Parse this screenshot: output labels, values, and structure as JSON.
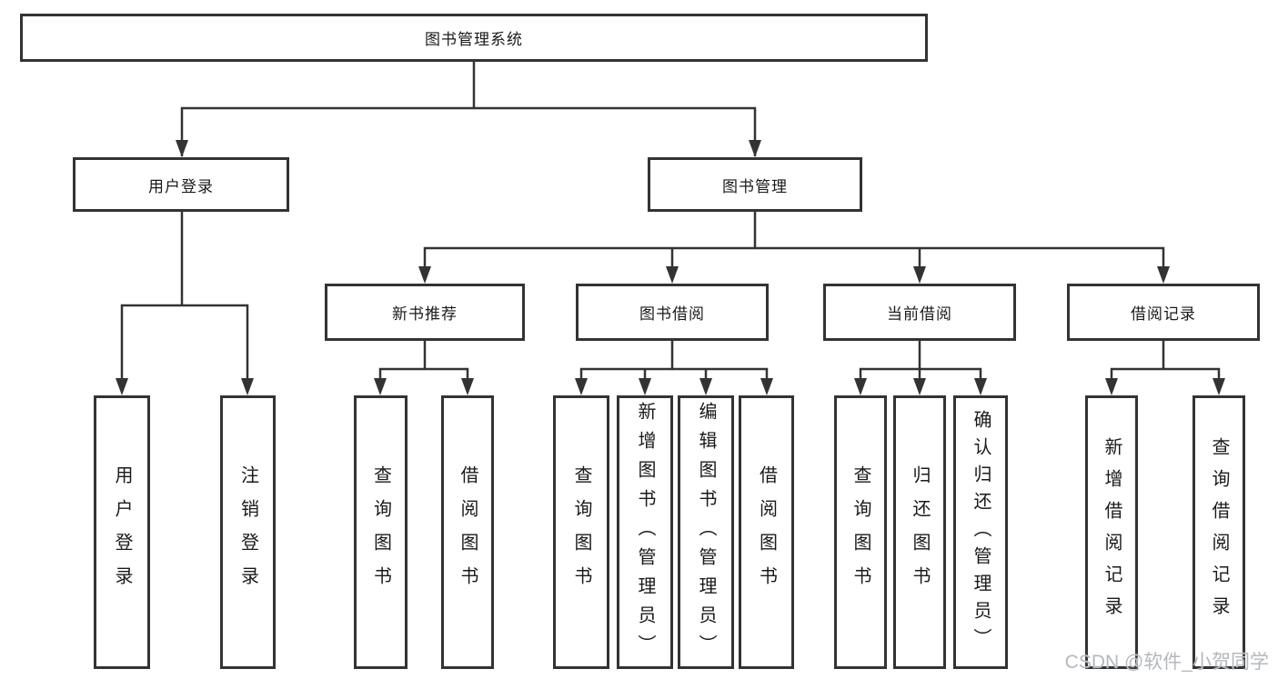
{
  "diagram": {
    "root": {
      "label": "图书管理系统"
    },
    "level2": [
      {
        "label": "用户登录"
      },
      {
        "label": "图书管理"
      }
    ],
    "level3": [
      {
        "label": "新书推荐"
      },
      {
        "label": "图书借阅"
      },
      {
        "label": "当前借阅"
      },
      {
        "label": "借阅记录"
      }
    ],
    "leaves": {
      "user_login": [
        {
          "label": "用户登录"
        },
        {
          "label": "注销登录"
        }
      ],
      "new_book_recommend": [
        {
          "label": "查询图书"
        },
        {
          "label": "借阅图书"
        }
      ],
      "book_borrow": [
        {
          "label": "查询图书"
        },
        {
          "label": "新增图书（管理员）"
        },
        {
          "label": "编辑图书（管理员）"
        },
        {
          "label": "借阅图书"
        }
      ],
      "current_borrow": [
        {
          "label": "查询图书"
        },
        {
          "label": "归还图书"
        },
        {
          "label": "确认归还（管理员）"
        }
      ],
      "borrow_records": [
        {
          "label": "新增借阅记录"
        },
        {
          "label": "查询借阅记录"
        }
      ]
    },
    "watermark": "CSDN @软件_小贺同学",
    "colors": {
      "line": "#333333",
      "box_border": "#333333",
      "text": "#1a1a1a",
      "watermark": "#b4b8bd",
      "background": "#ffffff"
    }
  }
}
